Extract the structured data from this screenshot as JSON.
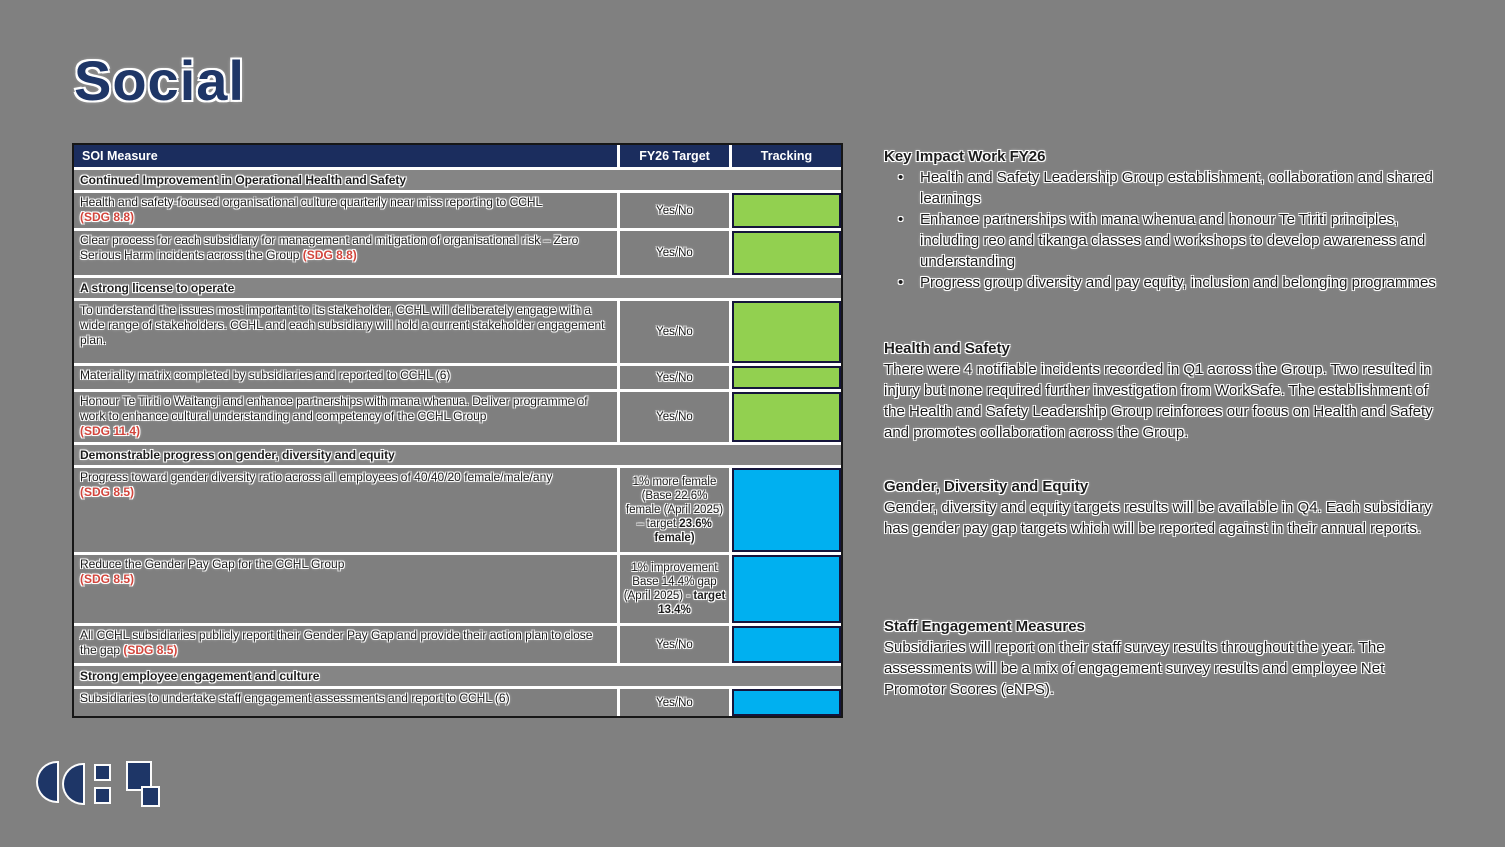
{
  "slide": {
    "title": "Social",
    "background_color": "#808080"
  },
  "colors": {
    "header_bg": "#1b2d5e",
    "navy": "#1e3667",
    "green": "#92d050",
    "blue": "#00b0f0",
    "red": "#d2453c",
    "cell_grey": "#7f7f7f"
  },
  "table": {
    "headers": [
      "SOI Measure",
      "FY26 Target",
      "Tracking"
    ],
    "rows": [
      {
        "type": "section",
        "text": "Continued Improvement in Operational Health and Safety"
      },
      {
        "type": "measure",
        "text": "Health and safety-focused organisational culture quarterly near miss reporting to CCHL",
        "sdg": "(SDG 8.8)",
        "target": "Yes/No",
        "tracking_color": "#92d050"
      },
      {
        "type": "measure",
        "text": "Clear process for each subsidiary for management and mitigation of organisational risk – Zero Serious Harm incidents across the Group",
        "sdg": "(SDG 8.8)",
        "target": "Yes/No",
        "tracking_color": "#92d050"
      },
      {
        "type": "section",
        "text": "A strong license to operate"
      },
      {
        "type": "measure",
        "text": "To understand the issues most important to its stakeholder, CCHL will deliberately engage with a wide range of stakeholders. CCHL and each subsidiary will hold a current stakeholder engagement plan.",
        "sdg": "",
        "target": "Yes/No",
        "tracking_color": "#92d050"
      },
      {
        "type": "measure",
        "text": "Materiality matrix completed by subsidiaries and reported to CCHL (6)",
        "sdg": "",
        "target": "Yes/No",
        "tracking_color": "#92d050"
      },
      {
        "type": "measure",
        "text": "Honour Te Tiriti o Waitangi and enhance partnerships with mana whenua. Deliver programme of work to enhance cultural understanding and competency of the CCHL Group",
        "sdg": "(SDG 11.4)",
        "target": "Yes/No",
        "tracking_color": "#92d050"
      },
      {
        "type": "section",
        "text": "Demonstrable progress on gender, diversity and equity"
      },
      {
        "type": "measure",
        "text": "Progress toward gender diversity ratio across all employees of 40/40/20 female/male/any",
        "sdg": "(SDG 8.5)",
        "target": "1% more female (Base 22.6% female (April 2025) – target ",
        "target_bold": "23.6% female)",
        "tracking_color": "#00b0f0"
      },
      {
        "type": "measure",
        "text": "Reduce the Gender Pay Gap for the CCHL Group",
        "sdg": "(SDG 8.5)",
        "target": "1% improvement Base 14.4% gap (April 2025) - ",
        "target_bold": "target 13.4%",
        "tracking_color": "#00b0f0"
      },
      {
        "type": "measure",
        "text": "All CCHL subsidiaries publicly report their Gender Pay Gap and provide their action plan to close the gap",
        "sdg": "(SDG 8.5)",
        "target": "Yes/No",
        "tracking_color": "#00b0f0"
      },
      {
        "type": "section",
        "text": "Strong employee engagement and culture"
      },
      {
        "type": "measure",
        "text": "Subsidiaries to undertake staff engagement assessments and report to CCHL (6)",
        "sdg": "",
        "target": "Yes/No",
        "tracking_color": "#00b0f0"
      }
    ]
  },
  "sidebar": {
    "sections": [
      {
        "heading": "Key Impact Work FY26",
        "bullets": [
          "Health and Safety Leadership Group establishment, collaboration and shared learnings",
          "Enhance partnerships with mana whenua and honour Te Tiriti principles, including reo and tikanga classes and workshops to develop awareness and understanding",
          "Progress group diversity and pay equity, inclusion and belonging programmes"
        ]
      },
      {
        "heading": "Health and Safety",
        "body": "There were 4 notifiable incidents recorded in Q1 across the Group. Two resulted in injury but none required further investigation from WorkSafe. The establishment of the Health and Safety Leadership Group reinforces our focus on Health and Safety and promotes collaboration across the Group."
      },
      {
        "heading": "Gender, Diversity and Equity",
        "body": "Gender, diversity and equity targets results will be available in Q4. Each subsidiary has gender pay gap targets which will be reported against in their annual reports."
      },
      {
        "heading": "Staff Engagement Measures",
        "body": "Subsidiaries will report on their staff survey results throughout the year. The assessments will be a mix of engagement survey results and employee Net Promotor Scores (eNPS)."
      }
    ]
  },
  "logo": {
    "name": "CCHL"
  }
}
